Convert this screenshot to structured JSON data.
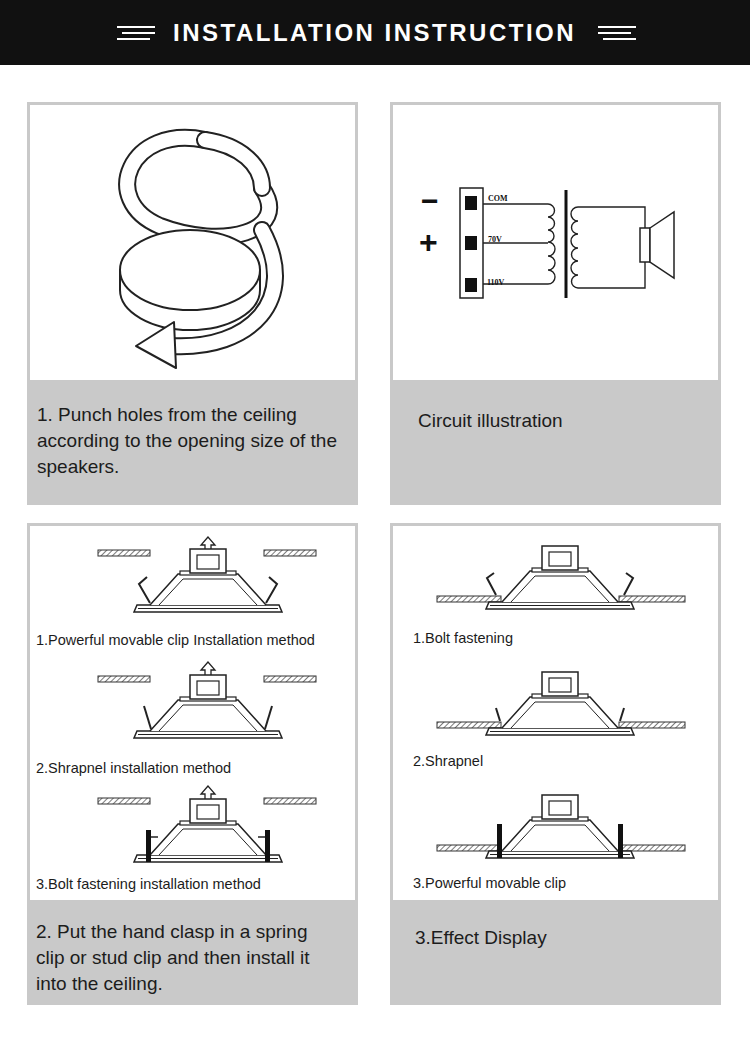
{
  "diagram": {
    "title": "INSTALLATION INSTRUCTION",
    "nodes": [
      {
        "text": [
          "1. Punch holes from the ceiling according to the opening size of the speakers."
        ]
      },
      {
        "text": [
          "Circuit illustration"
        ]
      },
      {
        "text": [
          "1.Powerful movable clip Installation method",
          "2.Shrapnel installation method",
          "3.Bolt fastening installation method",
          "2. Put the hand clasp in a spring clip or stud clip and then install it into the ceiling."
        ]
      },
      {
        "text": [
          "1.Bolt fastening",
          "2.Shrapnel",
          "3.Powerful movable clip",
          "3.Effect Display"
        ]
      }
    ],
    "labels": [
      "−",
      "+",
      "COM",
      "70V",
      "110V"
    ]
  }
}
